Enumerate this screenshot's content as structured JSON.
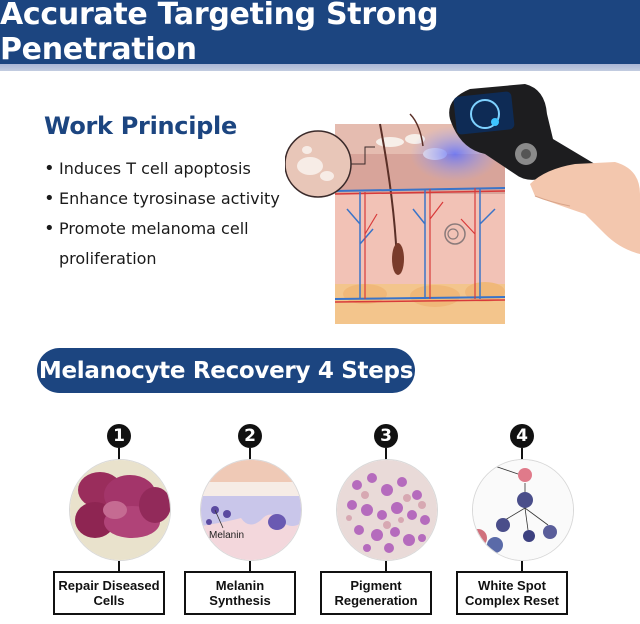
{
  "banner": {
    "title": "Accurate Targeting  Strong Penetration"
  },
  "colors": {
    "brand_blue": "#1c4580",
    "strip": "#b0bcd8",
    "text": "#1a1a1a"
  },
  "principle": {
    "title": "Work Principle",
    "items": [
      {
        "label": "Induces T cell apoptosis"
      },
      {
        "label": "Enhance tyrosinase activity"
      },
      {
        "label": "Promote melanoma cell proliferation"
      }
    ]
  },
  "illustration": {
    "description": "Handheld UV phototherapy device held by a hand, emitting blue light onto a skin cross-section diagram with a magnified circle showing white patches",
    "icon": "uv-device-skin-diagram"
  },
  "steps_section": {
    "title": "Melanocyte Recovery 4 Steps",
    "steps": [
      {
        "number": "1",
        "label": "Repair Diseased\nCells",
        "image": "purple-stained-tissue"
      },
      {
        "number": "2",
        "label": "Melanin\nSynthesis",
        "image": "skin-layer-melanin",
        "annotation": "Melanin"
      },
      {
        "number": "3",
        "label": "Pigment\nRegeneration",
        "image": "pigment-cells"
      },
      {
        "number": "4",
        "label": "White Spot\nComplex Reset",
        "image": "cell-differentiation-diagram"
      }
    ]
  }
}
